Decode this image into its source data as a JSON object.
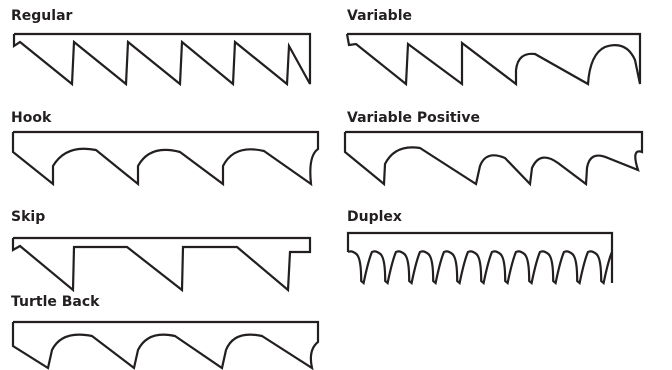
{
  "diagram": {
    "tooth_forms": [
      {
        "id": "regular",
        "label": "Regular"
      },
      {
        "id": "variable",
        "label": "Variable"
      },
      {
        "id": "hook",
        "label": "Hook"
      },
      {
        "id": "variable_positive",
        "label": "Variable Positive"
      },
      {
        "id": "skip",
        "label": "Skip"
      },
      {
        "id": "duplex",
        "label": "Duplex"
      },
      {
        "id": "turtle_back",
        "label": "Turtle Back"
      }
    ],
    "colors": {
      "line": "#231f20",
      "background": "#ffffff"
    }
  }
}
